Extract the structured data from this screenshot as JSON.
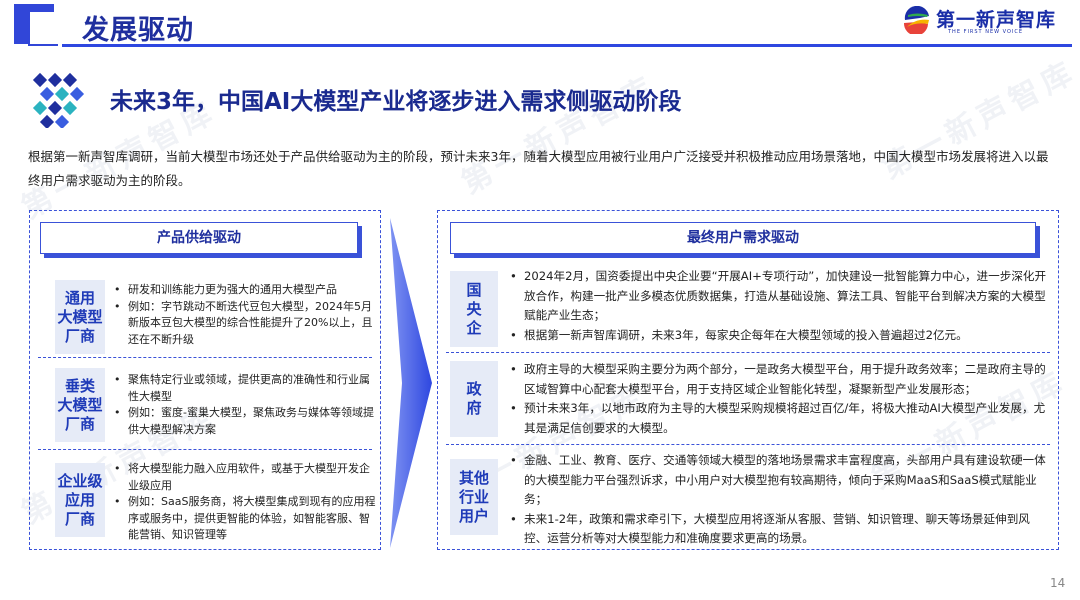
{
  "header": {
    "title": "发展驱动",
    "logo_cn": "第一新声智库",
    "logo_en": "THE FIRST NEW VOICE"
  },
  "watermark_text": "第一新声智库",
  "subtitle": "未来3年，中国AI大模型产业将逐步进入需求侧驱动阶段",
  "intro": "根据第一新声智库调研，当前大模型市场还处于产品供给驱动为主的阶段，预计未来3年，随着大模型应用被行业用户广泛接受并积极推动应用场景落地，中国大模型市场发展将进入以最终用户需求驱动为主的阶段。",
  "left_panel": {
    "title": "产品供给驱动",
    "rows": [
      {
        "label": "通用\n大模型\n厂商",
        "bullets": [
          "研发和训练能力更为强大的通用大模型产品",
          "例如：字节跳动不断迭代豆包大模型，2024年5月新版本豆包大模型的综合性能提升了20%以上，且还在不断升级"
        ]
      },
      {
        "label": "垂类\n大模型\n厂商",
        "bullets": [
          "聚焦特定行业或领域，提供更高的准确性和行业属性大模型",
          "例如：蜜度-蜜巢大模型，聚焦政务与媒体等领域提供大模型解决方案"
        ]
      },
      {
        "label": "企业级\n应用\n厂商",
        "bullets": [
          "将大模型能力融入应用软件，或基于大模型开发企业级应用",
          "例如：SaaS服务商，将大模型集成到现有的应用程序或服务中，提供更智能的体验，如智能客服、智能营销、知识管理等"
        ]
      }
    ]
  },
  "right_panel": {
    "title": "最终用户需求驱动",
    "rows": [
      {
        "label": "国\n央\n企",
        "bullets": [
          "2024年2月，国资委提出中央企业要“开展AI+专项行动”，加快建设一批智能算力中心，进一步深化开放合作，构建一批产业多模态优质数据集，打造从基础设施、算法工具、智能平台到解决方案的大模型赋能产业生态；",
          "根据第一新声智库调研，未来3年，每家央企每年在大模型领域的投入普遍超过2亿元。"
        ]
      },
      {
        "label": "政\n府",
        "bullets": [
          "政府主导的大模型采购主要分为两个部分，一是政务大模型平台，用于提升政务效率；二是政府主导的区域智算中心配套大模型平台，用于支持区域企业智能化转型，凝聚新型产业发展形态；",
          "预计未来3年，以地市政府为主导的大模型采购规模将超过百亿/年，将极大推动AI大模型产业发展，尤其是满足信创要求的大模型。"
        ]
      },
      {
        "label": "其他\n行业\n用户",
        "bullets": [
          "金融、工业、教育、医疗、交通等领域大模型的落地场景需求丰富程度高，头部用户具有建设软硬一体的大模型能力平台强烈诉求，中小用户对大模型抱有较高期待，倾向于采购MaaS和SaaS模式赋能业务；",
          "未来1-2年，政策和需求牵引下，大模型应用将逐渐从客服、营销、知识管理、聊天等场景延伸到风控、运营分析等对大模型能力和准确度要求更高的场景。"
        ]
      }
    ]
  },
  "page_number": "14",
  "colors": {
    "primary": "#2e47e0",
    "dark_blue": "#1f2f9e",
    "label_bg": "#e6ebf7"
  }
}
